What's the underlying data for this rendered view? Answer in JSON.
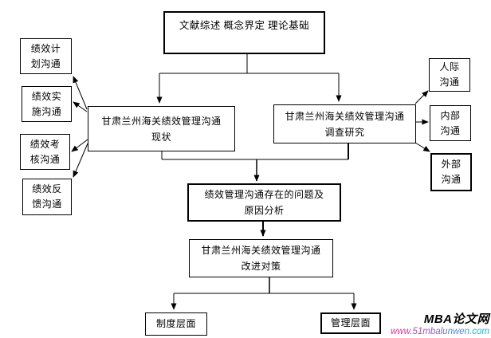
{
  "diagram": {
    "title_node": "文献综述 概念界定 理论基础",
    "nodes": {
      "literature": {
        "label": "文献综述 概念界定 理论基础"
      },
      "plan": {
        "label": "绩效计\n划沟通"
      },
      "implement": {
        "label": "绩效实\n施沟通"
      },
      "assess": {
        "label": "绩效考\n核沟通"
      },
      "feedback": {
        "label": "绩效反\n馈沟通"
      },
      "status": {
        "label": "甘肃兰州海关绩效管理沟通\n现状"
      },
      "survey": {
        "label": "甘肃兰州海关绩效管理沟通\n调查研究"
      },
      "interpersonal": {
        "label": "人际\n沟通"
      },
      "internal": {
        "label": "内部\n沟通"
      },
      "external": {
        "label": "外部\n沟通"
      },
      "problem": {
        "label": "绩效管理沟通存在的问题及\n原因分析"
      },
      "strategy": {
        "label": "甘肃兰州海关绩效管理沟通\n改进对策"
      },
      "institution": {
        "label": "制度层面"
      },
      "management": {
        "label": "管理层面"
      }
    },
    "edges": [
      {
        "from": "literature",
        "to": "status"
      },
      {
        "from": "literature",
        "to": "survey"
      },
      {
        "from": "status",
        "to": "plan"
      },
      {
        "from": "status",
        "to": "implement"
      },
      {
        "from": "status",
        "to": "assess"
      },
      {
        "from": "status",
        "to": "feedback"
      },
      {
        "from": "survey",
        "to": "interpersonal"
      },
      {
        "from": "survey",
        "to": "internal"
      },
      {
        "from": "survey",
        "to": "external"
      },
      {
        "from": "status",
        "to": "problem"
      },
      {
        "from": "survey",
        "to": "problem"
      },
      {
        "from": "problem",
        "to": "strategy"
      },
      {
        "from": "strategy",
        "to": "institution"
      },
      {
        "from": "strategy",
        "to": "management"
      }
    ],
    "line_color": "#000000",
    "box_background": "#ffffff"
  },
  "watermark": {
    "brand": "MBA论文网",
    "url": "www.51mbalunwen.com",
    "brand_color": "#000000",
    "url_gradient": [
      "#e93090",
      "#8a5ad0",
      "#00bff0"
    ]
  }
}
